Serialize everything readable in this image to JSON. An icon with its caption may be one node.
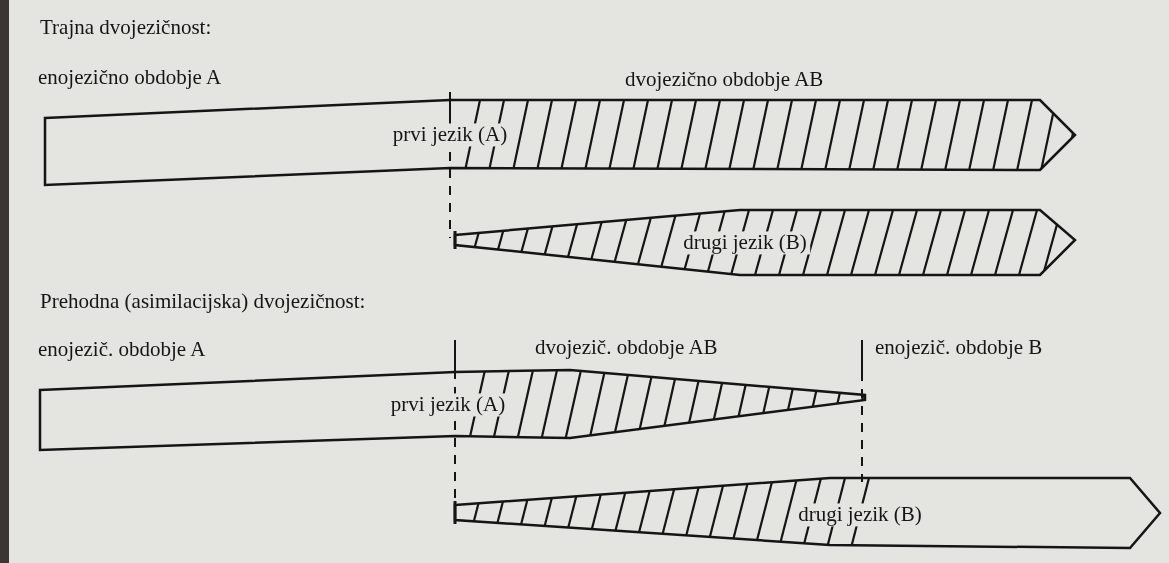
{
  "diagram": {
    "nodes": [
      {
        "text": [
          "prvi jezik (A)"
        ]
      },
      {
        "text": [
          "drugi jezik (B)"
        ]
      },
      {
        "text": [
          "prvi jezik (A)"
        ]
      },
      {
        "text": [
          "drugi jezik (B)"
        ]
      }
    ],
    "labels": [
      "Trajna dvojezičnost:",
      "enojezično obdobje A",
      "dvojezično obdobje AB",
      "Prehodna (asimilacijska) dvojezičnost:",
      "enojezič. obdobje A",
      "dvojezič. obdobje AB",
      "enojezič. obdobje B"
    ]
  }
}
